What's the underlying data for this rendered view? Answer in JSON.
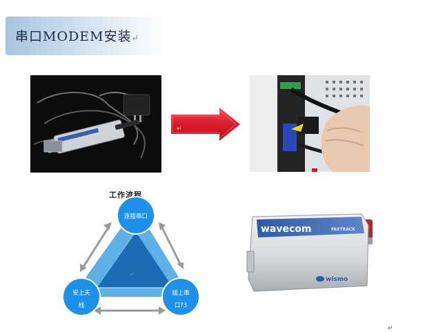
{
  "header": {
    "title": "串口MODEM安装",
    "paragraph_mark": "↵"
  },
  "images": {
    "modem_with_cable": "modem-with-cable-photo",
    "pc_serial_connection": "pc-serial-connection-photo",
    "wavecom_modem": "wavecom-fastrack-modem-photo"
  },
  "arrow": {
    "color": "#e0101e",
    "mark": "↵"
  },
  "flow": {
    "caption": "工作流程",
    "nodes": {
      "top": "连接串口",
      "left_line1": "安上天",
      "left_line2": "线",
      "right_line1": "插上串",
      "right_line2": "口?3"
    },
    "center_mark": "↵",
    "colors": {
      "node": "#1e90e8",
      "band": "#5fb0e6",
      "center": "#1a6cb4",
      "arrow": "#9a9a9a"
    }
  },
  "modem_label": {
    "brand": "wavecom",
    "model": "FASTRACK",
    "platform": "wismo"
  },
  "footer": {
    "mark": "↵"
  }
}
